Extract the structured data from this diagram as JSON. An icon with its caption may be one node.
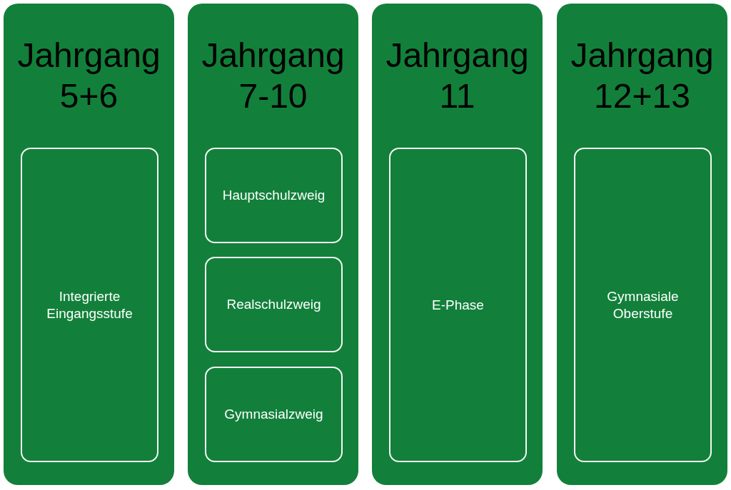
{
  "diagram": {
    "nodes": [
      {
        "text": [
          "Jahrgang 5+6"
        ]
      },
      {
        "text": [
          "Integrierte Eingangsstufe"
        ],
        "in": 0
      },
      {
        "text": [
          "Jahrgang 7-10"
        ]
      },
      {
        "text": [
          "Hauptschulzweig"
        ],
        "in": 2
      },
      {
        "text": [
          "Realschulzweig"
        ],
        "in": 2
      },
      {
        "text": [
          "Gymnasialzweig"
        ],
        "in": 2
      },
      {
        "text": [
          "Jahrgang 11"
        ]
      },
      {
        "text": [
          "E-Phase"
        ],
        "in": 6
      },
      {
        "text": [
          "Jahrgang 12+13"
        ]
      },
      {
        "text": [
          "Gymnasiale Oberstufe"
        ],
        "in": 8
      }
    ]
  }
}
